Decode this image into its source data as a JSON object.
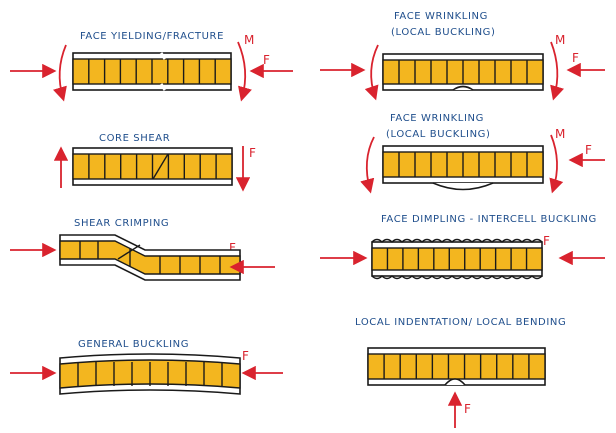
{
  "panels": [
    {
      "title": "FACE YIELDING/FRACTURE",
      "labels": [
        "M",
        "F"
      ]
    },
    {
      "title": "CORE SHEAR",
      "labels": [
        "F"
      ]
    },
    {
      "title": "SHEAR CRIMPING",
      "labels": [
        "F"
      ]
    },
    {
      "title": "GENERAL BUCKLING",
      "labels": [
        "F"
      ]
    },
    {
      "title": [
        "FACE WRINKLING",
        "(LOCAL BUCKLING)"
      ],
      "labels": [
        "M",
        "F"
      ]
    },
    {
      "title": [
        "FACE WRINKLING",
        "(LOCAL BUCKLING)"
      ],
      "labels": [
        "M",
        "F"
      ]
    },
    {
      "title": "FACE DIMPLING - INTERCELL BUCKLING",
      "labels": [
        "F"
      ]
    },
    {
      "title": "LOCAL INDENTATION/ LOCAL BENDING",
      "labels": [
        "F"
      ]
    }
  ],
  "colors": {
    "core": "#f3b61f",
    "arrow": "#d9232e",
    "title": "#1f4e8c"
  }
}
